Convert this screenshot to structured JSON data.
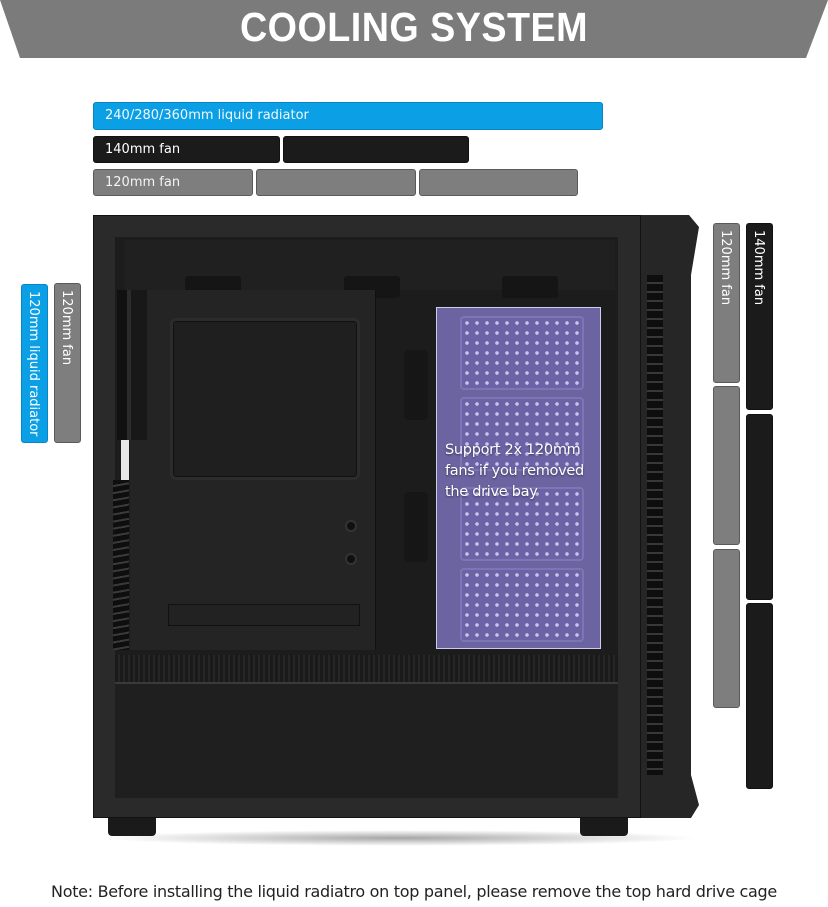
{
  "header": {
    "title": "COOLING SYSTEM",
    "background_color": "#7b7b7b"
  },
  "top_mounts": {
    "radiator": {
      "label": "240/280/360mm liquid radiator",
      "slots": 1,
      "color": "#0b9fe6"
    },
    "fan_140": {
      "label": "140mm fan",
      "slots": 2,
      "color": "#1b1b1b"
    },
    "fan_120": {
      "label": "120mm fan",
      "slots": 3,
      "color": "#7e7e7e"
    }
  },
  "rear_mounts": {
    "radiator": {
      "label": "120mm liquid radiator",
      "color": "#0b9fe6"
    },
    "fan_120": {
      "label": "120mm fan",
      "color": "#7e7e7e"
    }
  },
  "front_mounts": {
    "fan_120": {
      "label": "120mm fan",
      "slots": 3,
      "color": "#7e7e7e"
    },
    "fan_140": {
      "label": "140mm fan",
      "slots": 3,
      "color": "#1b1b1b"
    }
  },
  "drive_bay_overlay": {
    "text": "Support 2x 120mm fans if you removed the drive bay",
    "color": "#786eb4"
  },
  "footnote": "Note: Before installing the liquid radiatro on top panel, please remove the top hard drive cage"
}
